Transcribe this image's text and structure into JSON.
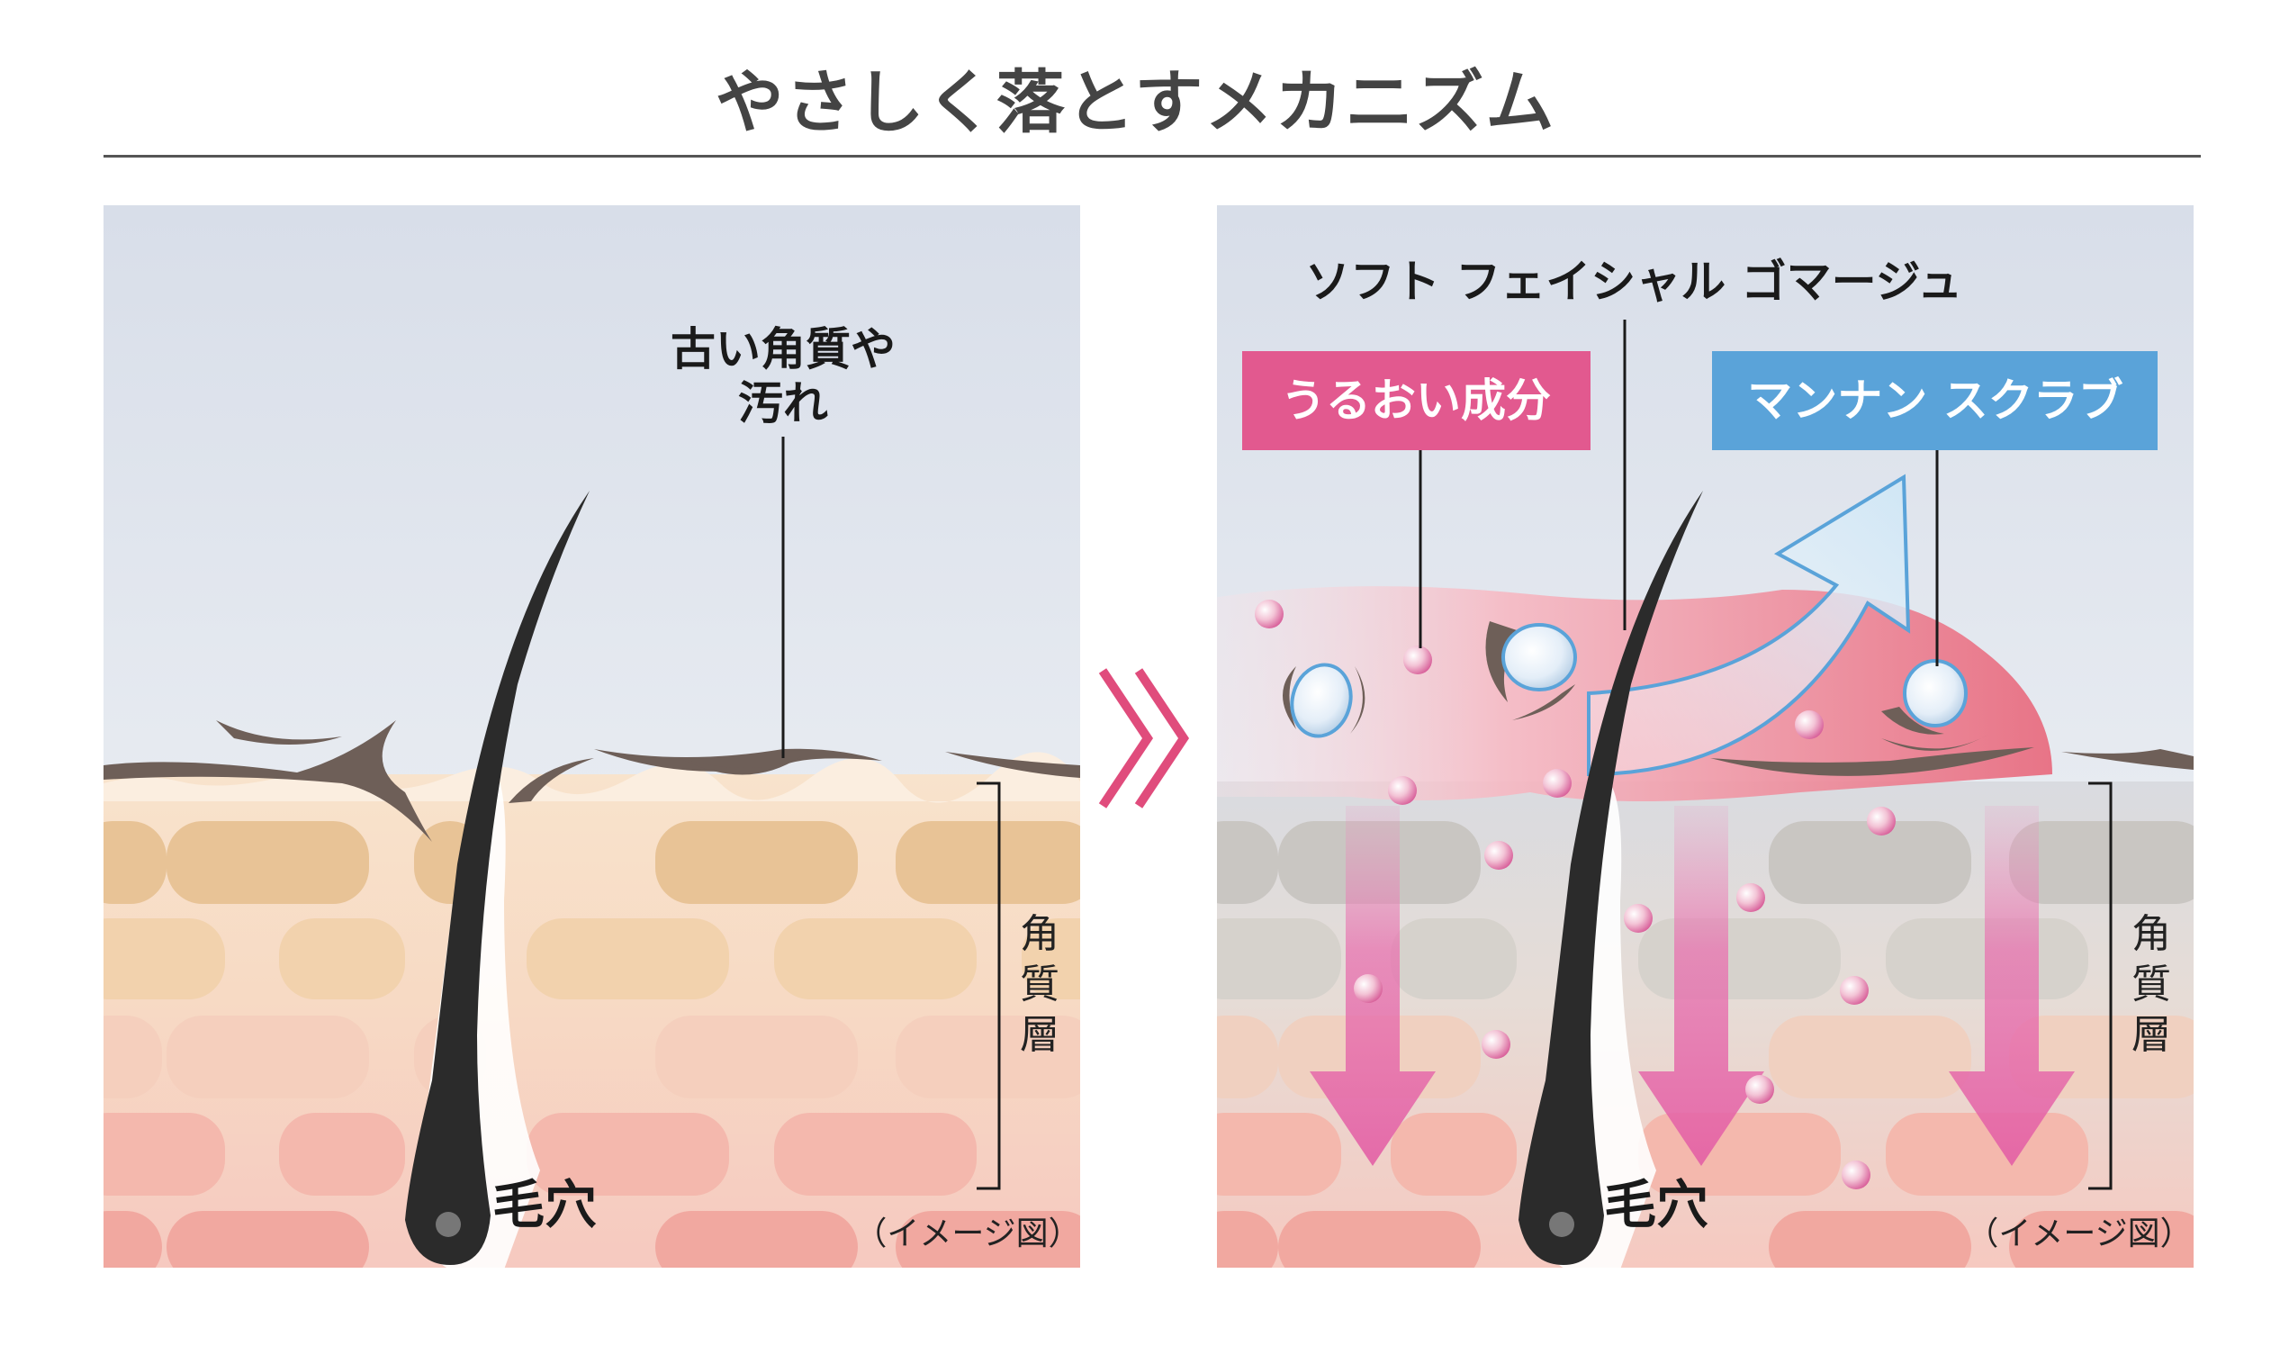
{
  "title": "やさしく落とすメカニズム",
  "left_panel": {
    "callout": [
      "古い角質や",
      "汚れ"
    ],
    "pore_label": "毛穴",
    "layer_label": [
      "角",
      "質",
      "層"
    ],
    "note": "（イメージ図）"
  },
  "right_panel": {
    "product_label": "ソフト フェイシャル ゴマージュ",
    "tag_moisture": "うるおい成分",
    "tag_scrub": "マンナン スクラブ",
    "pore_label": "毛穴",
    "layer_label": [
      "角",
      "質",
      "層"
    ],
    "note": "（イメージ図）"
  },
  "colors": {
    "sky_top": "#d8dee9",
    "skin_light": "#f7dfc4",
    "cell_tan": "#e8c396",
    "cell_pink": "#f1a8a0",
    "hair": "#2b2b2b",
    "flake": "#6e5f58",
    "moisture_tag": "#e2598f",
    "scrub_tag": "#5aa3d9",
    "gel": "#e86c80",
    "arrow_pink": "#e66aa6",
    "chevron": "#e04c7c"
  }
}
